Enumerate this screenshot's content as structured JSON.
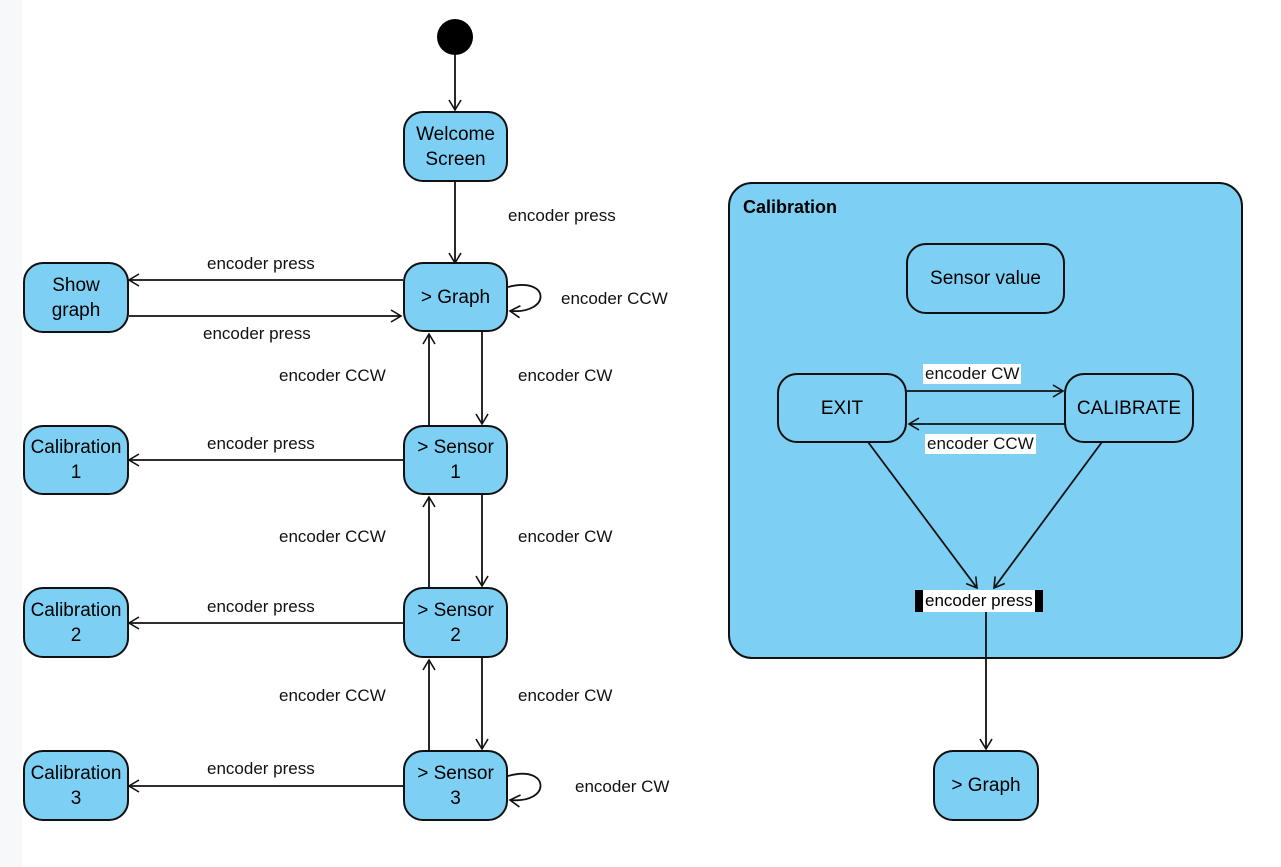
{
  "states": {
    "welcome": "Welcome\nScreen",
    "graph": "> Graph",
    "show_graph": "Show\ngraph",
    "sensor1": "> Sensor\n1",
    "sensor2": "> Sensor\n2",
    "sensor3": "> Sensor\n3",
    "calibration1": "Calibration\n1",
    "calibration2": "Calibration\n2",
    "calibration3": "Calibration\n3"
  },
  "transitions": {
    "welcome_to_graph": "encoder press",
    "graph_to_show": "encoder press",
    "show_to_graph": "encoder press",
    "graph_self": "encoder CCW",
    "graph_to_s1": "encoder CW",
    "s1_to_graph": "encoder CCW",
    "s1_to_cal1": "encoder press",
    "s1_to_s2": "encoder CW",
    "s2_to_s1": "encoder CCW",
    "s2_to_cal2": "encoder press",
    "s2_to_s3": "encoder CW",
    "s3_to_s2": "encoder CCW",
    "s3_to_cal3": "encoder press",
    "s3_self": "encoder CW"
  },
  "calibration": {
    "title": "Calibration",
    "sensor_value": "Sensor value",
    "exit": "EXIT",
    "calibrate": "CALIBRATE",
    "exit_to_calibrate": "encoder CW",
    "calibrate_to_exit": "encoder CCW",
    "press": "encoder press",
    "target": "> Graph"
  },
  "colors": {
    "state_fill": "#7dcff3",
    "stroke": "#111111"
  }
}
